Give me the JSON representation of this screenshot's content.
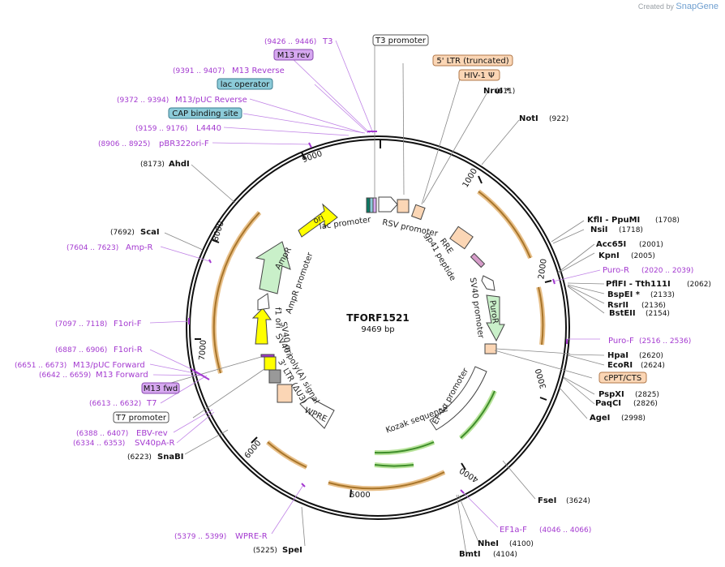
{
  "credit": {
    "prefix": "Created by",
    "brand": "SnapGene"
  },
  "plasmid": {
    "name": "TFORF1521",
    "length": "9469 bp"
  },
  "ring_ticks": [
    "1000",
    "2000",
    "3000",
    "4000",
    "5000",
    "6000",
    "7000",
    "8000",
    "9000"
  ],
  "enzymes": [
    {
      "name": "NruI *",
      "pos": "(611)",
      "side": "r"
    },
    {
      "name": "NotI",
      "pos": "(922)",
      "side": "r"
    },
    {
      "name": "KflI - PpuMI",
      "pos": "(1708)",
      "side": "r"
    },
    {
      "name": "NsiI",
      "pos": "(1718)",
      "side": "r"
    },
    {
      "name": "Acc65I",
      "pos": "(2001)",
      "side": "r"
    },
    {
      "name": "KpnI",
      "pos": "(2005)",
      "side": "r"
    },
    {
      "name": "PflFI - Tth111I",
      "pos": "(2062)",
      "side": "r"
    },
    {
      "name": "BspEI *",
      "pos": "(2133)",
      "side": "r"
    },
    {
      "name": "RsrII",
      "pos": "(2136)",
      "side": "r"
    },
    {
      "name": "BstEII",
      "pos": "(2154)",
      "side": "r"
    },
    {
      "name": "HpaI",
      "pos": "(2620)",
      "side": "r"
    },
    {
      "name": "EcoRI",
      "pos": "(2624)",
      "side": "r"
    },
    {
      "name": "PspXI",
      "pos": "(2825)",
      "side": "r"
    },
    {
      "name": "PaqCI",
      "pos": "(2826)",
      "side": "r"
    },
    {
      "name": "AgeI",
      "pos": "(2998)",
      "side": "r"
    },
    {
      "name": "FseI",
      "pos": "(3624)",
      "side": "r"
    },
    {
      "name": "NheI",
      "pos": "(4100)",
      "side": "r"
    },
    {
      "name": "BmtI",
      "pos": "(4104)",
      "side": "r"
    },
    {
      "name": "SpeI",
      "pos": "(5225)",
      "side": "l"
    },
    {
      "name": "SnaBI",
      "pos": "(6223)",
      "side": "l"
    },
    {
      "name": "ScaI",
      "pos": "(7692)",
      "side": "l"
    },
    {
      "name": "AhdI",
      "pos": "(8173)",
      "side": "l"
    }
  ],
  "primers": [
    {
      "name": "T3",
      "pos": "(9426 .. 9446)"
    },
    {
      "name": "M13 Reverse",
      "pos": "(9391 .. 9407)"
    },
    {
      "name": "M13/pUC Reverse",
      "pos": "(9372 .. 9394)"
    },
    {
      "name": "L4440",
      "pos": "(9159 .. 9176)"
    },
    {
      "name": "pBR322ori-F",
      "pos": "(8906 .. 8925)"
    },
    {
      "name": "Puro-R",
      "pos": "(2020 .. 2039)"
    },
    {
      "name": "Puro-F",
      "pos": "(2516 .. 2536)"
    },
    {
      "name": "EF1a-F",
      "pos": "(4046 .. 4066)"
    },
    {
      "name": "WPRE-R",
      "pos": "(5379 .. 5399)"
    },
    {
      "name": "Amp-R",
      "pos": "(7604 .. 7623)"
    },
    {
      "name": "F1ori-F",
      "pos": "(7097 .. 7118)"
    },
    {
      "name": "F1ori-R",
      "pos": "(6887 .. 6906)"
    },
    {
      "name": "M13/pUC Forward",
      "pos": "(6651 .. 6673)"
    },
    {
      "name": "M13 Forward",
      "pos": "(6642 .. 6659)"
    },
    {
      "name": "T7",
      "pos": "(6613 .. 6632)"
    },
    {
      "name": "EBV-rev",
      "pos": "(6388 .. 6407)"
    },
    {
      "name": "SV40pA-R",
      "pos": "(6334 .. 6353)"
    }
  ],
  "boxed_labels": [
    {
      "text": "T3 promoter",
      "color": "#ffffff",
      "border": "#555555"
    },
    {
      "text": "M13 rev",
      "color": "#d6a8f0",
      "border": "#8a4ab0"
    },
    {
      "text": "lac operator",
      "color": "#8ccbd9",
      "border": "#3d7d8f"
    },
    {
      "text": "CAP binding site",
      "color": "#8ccbd9",
      "border": "#3d7d8f"
    },
    {
      "text": "5' LTR (truncated)",
      "color": "#fbd6b5",
      "border": "#b0784a"
    },
    {
      "text": "HIV-1 Ψ",
      "color": "#fbd6b5",
      "border": "#b0784a"
    },
    {
      "text": "cPPT/CTS",
      "color": "#fbd6b5",
      "border": "#b0784a"
    },
    {
      "text": "M13 fwd",
      "color": "#d6a8f0",
      "border": "#8a4ab0"
    },
    {
      "text": "T7 promoter",
      "color": "#ffffff",
      "border": "#555555"
    }
  ],
  "feature_labels": [
    {
      "text": "lac promoter"
    },
    {
      "text": "RSV promoter"
    },
    {
      "text": "RRE"
    },
    {
      "text": "gp41 peptide"
    },
    {
      "text": "SV40 promoter"
    },
    {
      "text": "PuroR"
    },
    {
      "text": "EF-1α promoter"
    },
    {
      "text": "Kozak sequence"
    },
    {
      "text": "WPRE"
    },
    {
      "text": "3' LTR (ΔU3)"
    },
    {
      "text": "SV40 poly(A) signal"
    },
    {
      "text": "SV40 ori"
    },
    {
      "text": "f1 ori"
    },
    {
      "text": "AmpR promoter"
    },
    {
      "text": "AmpR"
    },
    {
      "text": "ori"
    }
  ]
}
